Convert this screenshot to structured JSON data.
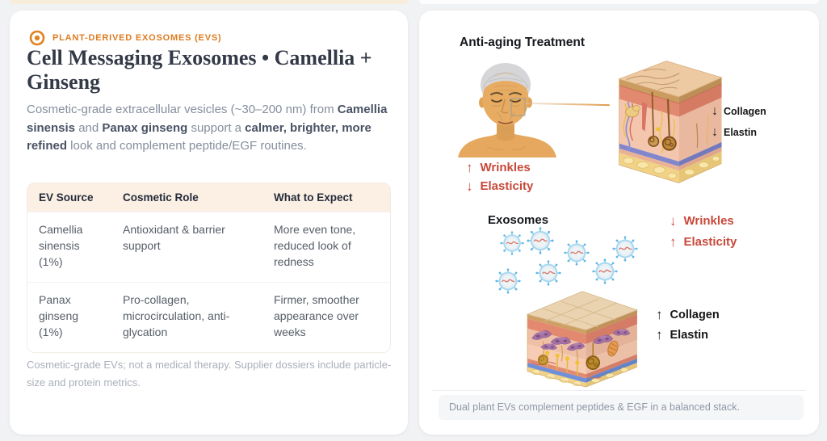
{
  "left_card": {
    "badge": {
      "icon": "bullseye-icon",
      "label": "PLANT-DERIVED EXOSOMES (EVS)"
    },
    "title": "Cell Messaging Exosomes • Camellia + Ginseng",
    "description_segments": [
      {
        "text": "Cosmetic-grade extracellular vesicles (~30–200 nm) from "
      },
      {
        "text": "Camellia sinensis",
        "bold": true
      },
      {
        "text": " and "
      },
      {
        "text": "Panax ginseng",
        "bold": true
      },
      {
        "text": " support a "
      },
      {
        "text": "calmer, brighter, more refined",
        "bold": true
      },
      {
        "text": " look and complement peptide/EGF routines."
      }
    ],
    "table": {
      "headers": [
        "EV Source",
        "Cosmetic Role",
        "What to Expect"
      ],
      "rows": [
        [
          "Camellia sinensis (1%)",
          "Antioxidant & barrier support",
          "More even tone, reduced look of redness"
        ],
        [
          "Panax ginseng (1%)",
          "Pro-collagen, microcirculation, anti-glycation",
          "Firmer, smoother appearance over weeks"
        ]
      ]
    },
    "footnote": "Cosmetic-grade EVs; not a medical therapy. Supplier dossiers include particle-size and protein metrics.",
    "colors": {
      "accent_orange": "#dd7b20",
      "table_header_bg": "#fcefe3"
    }
  },
  "right_card": {
    "heading": "Anti-aging Treatment",
    "aged_labels": {
      "wrinkles": {
        "arrow": "↑",
        "text": "Wrinkles"
      },
      "elasticity": {
        "arrow": "↓",
        "text": "Elasticity"
      },
      "collagen": {
        "arrow": "↓",
        "text": "Collagen"
      },
      "elastin": {
        "arrow": "↓",
        "text": "Elastin"
      }
    },
    "exosomes_label": "Exosomes",
    "treated_labels": {
      "wrinkles": {
        "arrow": "↓",
        "text": "Wrinkles"
      },
      "elasticity": {
        "arrow": "↑",
        "text": "Elasticity"
      },
      "collagen": {
        "arrow": "↑",
        "text": "Collagen"
      },
      "elastin": {
        "arrow": "↑",
        "text": "Elastin"
      }
    },
    "caption": "Dual plant EVs complement peptides & EGF in a balanced stack.",
    "colors": {
      "negative_red": "#c8493a",
      "label_black": "#161616"
    }
  }
}
